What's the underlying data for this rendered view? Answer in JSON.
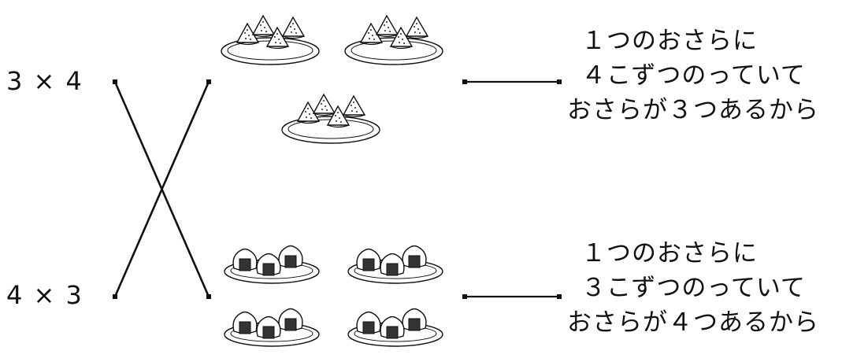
{
  "expressions": {
    "top": "3 × 4",
    "bottom": "4 × 3"
  },
  "descriptions": {
    "top": {
      "line1": "１つのおさらに",
      "line2": "４こずつのっていて",
      "line3": "おさらが３つあるから"
    },
    "bottom": {
      "line1": "１つのおさらに",
      "line2": "３こずつのっていて",
      "line3": "おさらが４つあるから"
    }
  },
  "illustrations": {
    "top_group": {
      "item": "watermelon-slice",
      "plates": 3,
      "items_per_plate": 4
    },
    "bottom_group": {
      "item": "onigiri",
      "plates": 4,
      "items_per_plate": 3
    }
  },
  "colors": {
    "ink": "#111111",
    "watermelon_seed": "#222222",
    "nori": "#333333"
  }
}
